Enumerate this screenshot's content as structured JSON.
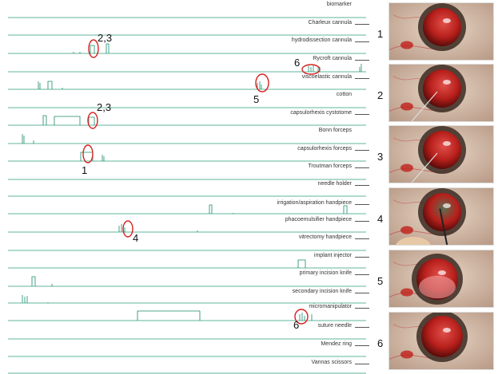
{
  "tracks": [
    {
      "label": "biomarker",
      "tick": false
    },
    {
      "label": "Charleux cannula",
      "tick": true
    },
    {
      "label": "hydrodissection cannula",
      "tick": true
    },
    {
      "label": "Rycroft cannula",
      "tick": true
    },
    {
      "label": "viscoelastic cannula",
      "tick": true
    },
    {
      "label": "cotton",
      "tick": false
    },
    {
      "label": "capsulorhexis cystotome",
      "tick": true
    },
    {
      "label": "Bonn forceps",
      "tick": false
    },
    {
      "label": "capsulorhexis forceps",
      "tick": true
    },
    {
      "label": "Troutman forceps",
      "tick": true
    },
    {
      "label": "needle holder",
      "tick": true
    },
    {
      "label": "irrigation/aspiration handpiece",
      "tick": true
    },
    {
      "label": "phacoemulsifier handpiece",
      "tick": true
    },
    {
      "label": "vitrectomy handpiece",
      "tick": true
    },
    {
      "label": "implant injector",
      "tick": true
    },
    {
      "label": "primary incision knife",
      "tick": true
    },
    {
      "label": "secondary incision knife",
      "tick": true
    },
    {
      "label": "micromanipulator",
      "tick": true
    },
    {
      "label": "suture needle",
      "tick": true
    },
    {
      "label": "Mendez ring",
      "tick": true
    },
    {
      "label": "Vannas scissors",
      "tick": true
    }
  ],
  "callouts": [
    {
      "text": "2,3"
    },
    {
      "text": "2,3"
    },
    {
      "text": "1"
    },
    {
      "text": "4"
    },
    {
      "text": "5"
    },
    {
      "text": "6"
    },
    {
      "text": "6"
    }
  ],
  "frames": [
    {
      "number": "1"
    },
    {
      "number": "2"
    },
    {
      "number": "3"
    },
    {
      "number": "4"
    },
    {
      "number": "5"
    },
    {
      "number": "6"
    }
  ],
  "colors": {
    "signal": "#1a8a6a",
    "baseline": "#2e9b7c",
    "callout_circle": "#d62020",
    "fundus_red": "#b8201c",
    "sclera": "#d9c3b0"
  }
}
